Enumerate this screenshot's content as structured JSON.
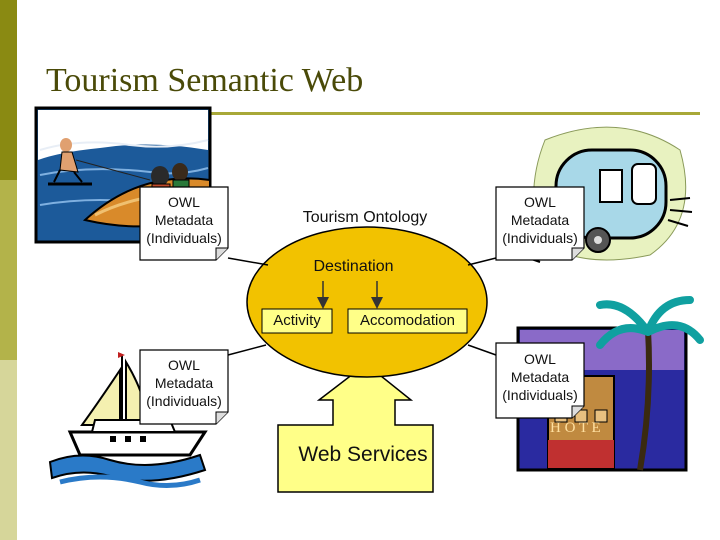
{
  "slide": {
    "title": "Tourism Semantic Web"
  },
  "ontology": {
    "label": "Tourism Ontology",
    "root": "Destination",
    "children": [
      "Activity",
      "Accomodation"
    ]
  },
  "services": {
    "label": "Web Services"
  },
  "notes": {
    "top_left": [
      "OWL",
      "Metadata",
      "(Individuals)"
    ],
    "top_right": [
      "OWL",
      "Metadata",
      "(Individuals)"
    ],
    "bottom_left": [
      "OWL",
      "Metadata",
      "(Individuals)"
    ],
    "bottom_right": [
      "OWL",
      "Metadata",
      "(Individuals)"
    ]
  },
  "images": {
    "top_left": "water-ski-boat-icon",
    "top_right": "camper-trailer-icon",
    "bottom_left": "sailboat-icon",
    "bottom_right": "hotel-palm-icon"
  },
  "colors": {
    "ellipse": "#f2c200",
    "box": "#ffff88",
    "accent": "#a8a838"
  },
  "hotel_sign": "H O T E"
}
